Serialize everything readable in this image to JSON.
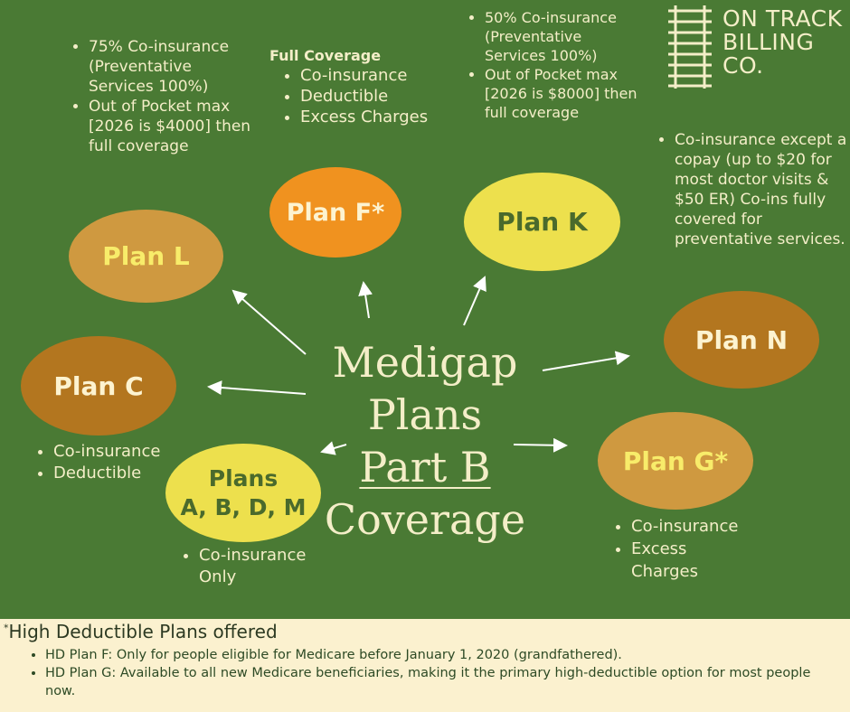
{
  "logo": {
    "lines": [
      "ON TRACK",
      "BILLING",
      "CO."
    ]
  },
  "center": {
    "line1": "Medigap",
    "line2": "Plans",
    "line3": "Part B",
    "line4": "Coverage"
  },
  "plans": {
    "L": {
      "label": "Plan L",
      "notes": [
        "75% Co-insurance (Preventative Services 100%)",
        "Out of Pocket max [2026 is $4000] then full coverage"
      ]
    },
    "F": {
      "label": "Plan F*",
      "heading": "Full Coverage",
      "notes": [
        "Co-insurance",
        "Deductible",
        "Excess Charges"
      ]
    },
    "K": {
      "label": "Plan K",
      "notes": [
        "50% Co-insurance (Preventative Services 100%)",
        "Out of Pocket max [2026 is $8000] then full coverage"
      ]
    },
    "N": {
      "label": "Plan N",
      "notes": [
        "Co-insurance except a copay (up to $20 for most doctor visits & $50 ER) Co-ins fully covered for preventative services."
      ]
    },
    "C": {
      "label": "Plan C",
      "notes": [
        "Co-insurance",
        "Deductible"
      ]
    },
    "ABDM": {
      "label_line1": "Plans",
      "label_line2": "A, B, D, M",
      "notes": [
        "Co-insurance Only"
      ]
    },
    "G": {
      "label": "Plan G*",
      "notes": [
        "Co-insurance",
        "Excess Charges"
      ]
    }
  },
  "footer": {
    "asterisk": "*",
    "title": "High Deductible Plans offered",
    "items": [
      "HD Plan F: Only for people eligible for Medicare before January 1, 2020 (grandfathered).",
      "HD Plan G: Available to all new Medicare beneficiaries, making it the primary high-deductible option for most people now."
    ]
  },
  "colors": {
    "background": "#4a7a34",
    "cream": "#f4eec8",
    "plan_L": "#cf9940",
    "plan_F": "#f0921f",
    "plan_K": "#ede04d",
    "plan_N": "#b3761f",
    "plan_C": "#b3761f",
    "plan_ABDM": "#ede04d",
    "plan_G": "#cf9940",
    "footer_bg": "#fbf1cf"
  }
}
